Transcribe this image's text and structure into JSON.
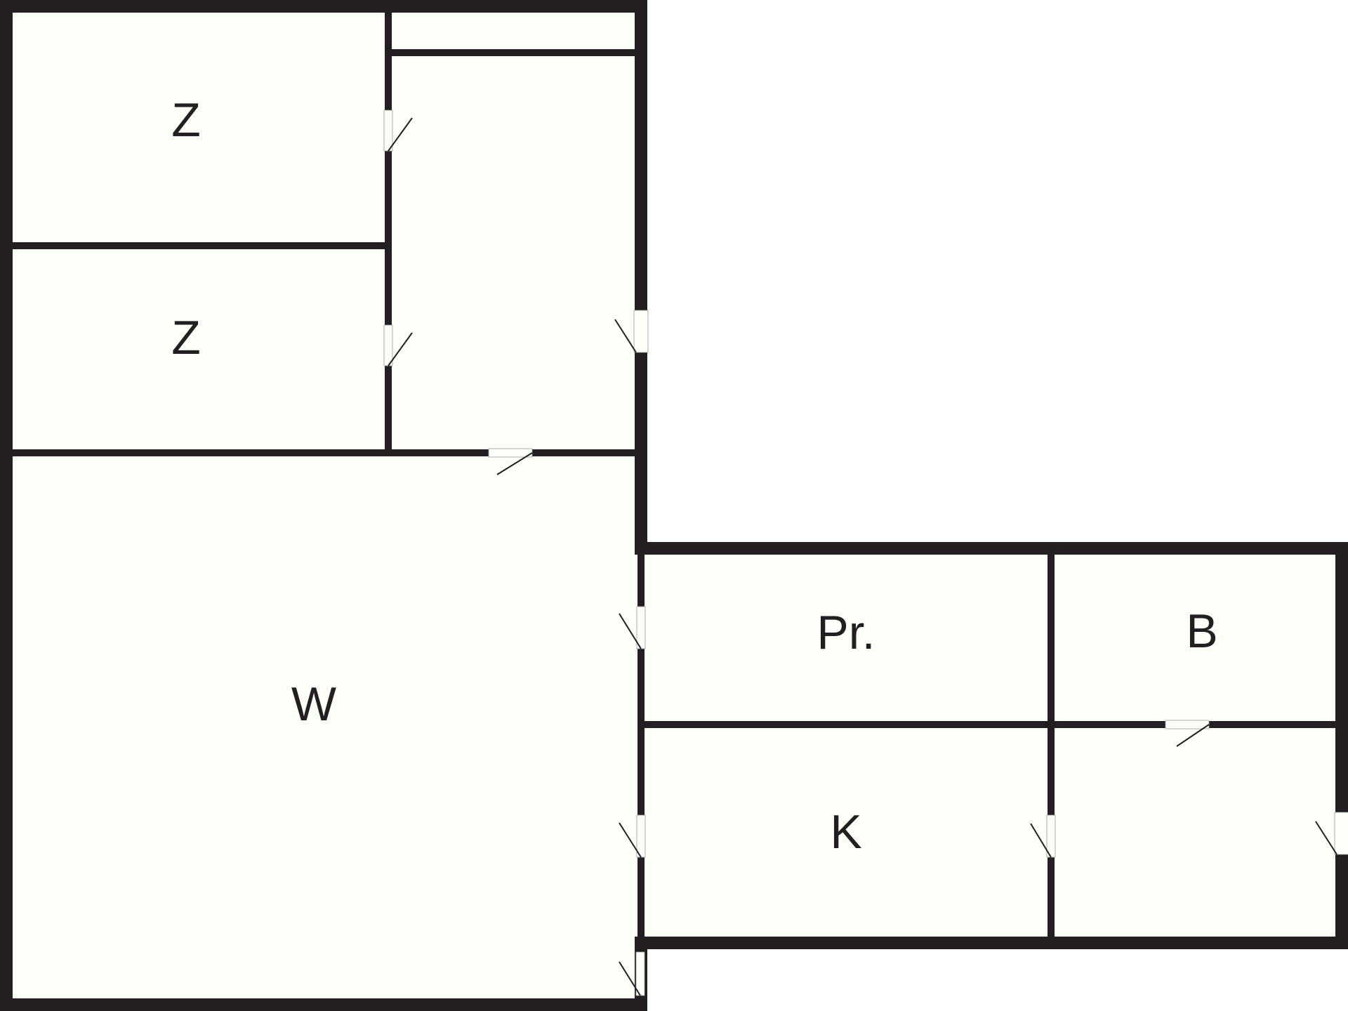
{
  "floor_plan": {
    "colors": {
      "wall": "#231f20",
      "room_fill": "#fdfef8",
      "background": "#ffffff"
    },
    "rooms": {
      "bedroom_1": "Z",
      "bedroom_2": "Z",
      "living_room": "W",
      "hallway": "Pr.",
      "bathroom": "B",
      "kitchen": "K"
    }
  }
}
